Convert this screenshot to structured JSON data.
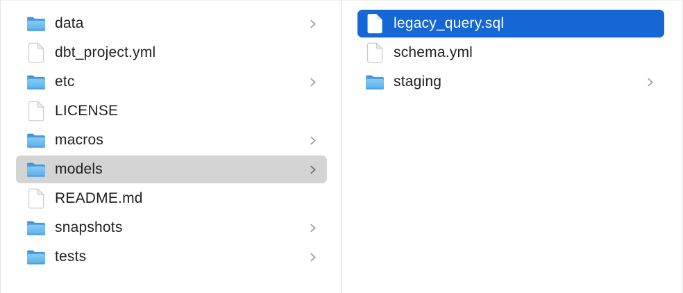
{
  "app": "finder-column-view",
  "colors": {
    "selection_blue": "#1467d4",
    "selection_gray": "#d4d4d4",
    "text": "#1e1e1e",
    "selected_text": "#ffffff",
    "divider": "#d8d8d8",
    "chevron": "#9e9e9e",
    "folder_blue_dark": "#4095dc",
    "folder_blue_light": "#7fc6f2"
  },
  "columns": {
    "left": {
      "items": [
        {
          "label": "data",
          "type": "folder",
          "chevron": true,
          "selected": "none"
        },
        {
          "label": "dbt_project.yml",
          "type": "file",
          "chevron": false,
          "selected": "none"
        },
        {
          "label": "etc",
          "type": "folder",
          "chevron": true,
          "selected": "none"
        },
        {
          "label": "LICENSE",
          "type": "file",
          "chevron": false,
          "selected": "none"
        },
        {
          "label": "macros",
          "type": "folder",
          "chevron": true,
          "selected": "none"
        },
        {
          "label": "models",
          "type": "folder",
          "chevron": true,
          "selected": "gray"
        },
        {
          "label": "README.md",
          "type": "file",
          "chevron": false,
          "selected": "none"
        },
        {
          "label": "snapshots",
          "type": "folder",
          "chevron": true,
          "selected": "none"
        },
        {
          "label": "tests",
          "type": "folder",
          "chevron": true,
          "selected": "none"
        }
      ]
    },
    "right": {
      "items": [
        {
          "label": "legacy_query.sql",
          "type": "file",
          "chevron": false,
          "selected": "blue"
        },
        {
          "label": "schema.yml",
          "type": "file",
          "chevron": false,
          "selected": "none"
        },
        {
          "label": "staging",
          "type": "folder",
          "chevron": true,
          "selected": "none"
        }
      ]
    }
  }
}
